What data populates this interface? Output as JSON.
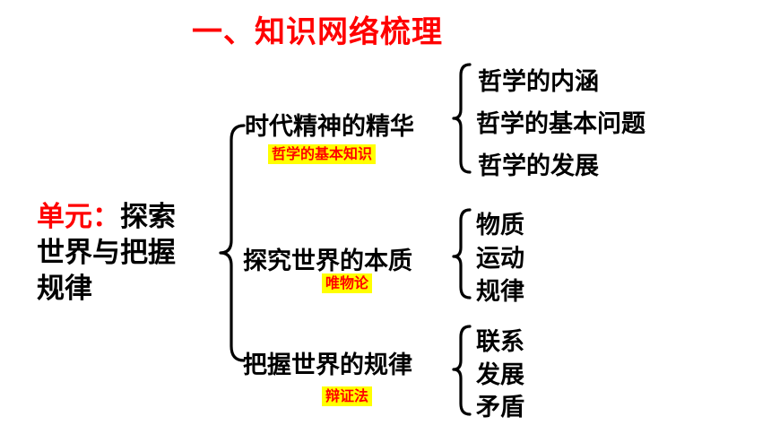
{
  "title": "一、知识网络梳理",
  "root": {
    "prefix": "单元：",
    "line1_rest": "探索",
    "line2": "世界与把握",
    "line3": "规律"
  },
  "branches": [
    {
      "label": "时代精神的精华",
      "tag": "哲学的基本知识",
      "children": [
        "哲学的内涵",
        "哲学的基本问题",
        "哲学的发展"
      ]
    },
    {
      "label": "探究世界的本质",
      "tag": "唯物论",
      "children": [
        "物质",
        "运动",
        "规律"
      ]
    },
    {
      "label": "把握世界的规律",
      "tag": "辩证法",
      "children": [
        "联系",
        "发展",
        "矛盾"
      ]
    }
  ],
  "colors": {
    "title": "#ff0000",
    "root_prefix": "#ff0000",
    "tag_text": "#ff0000",
    "tag_background": "#ffff00",
    "text": "#000000"
  }
}
